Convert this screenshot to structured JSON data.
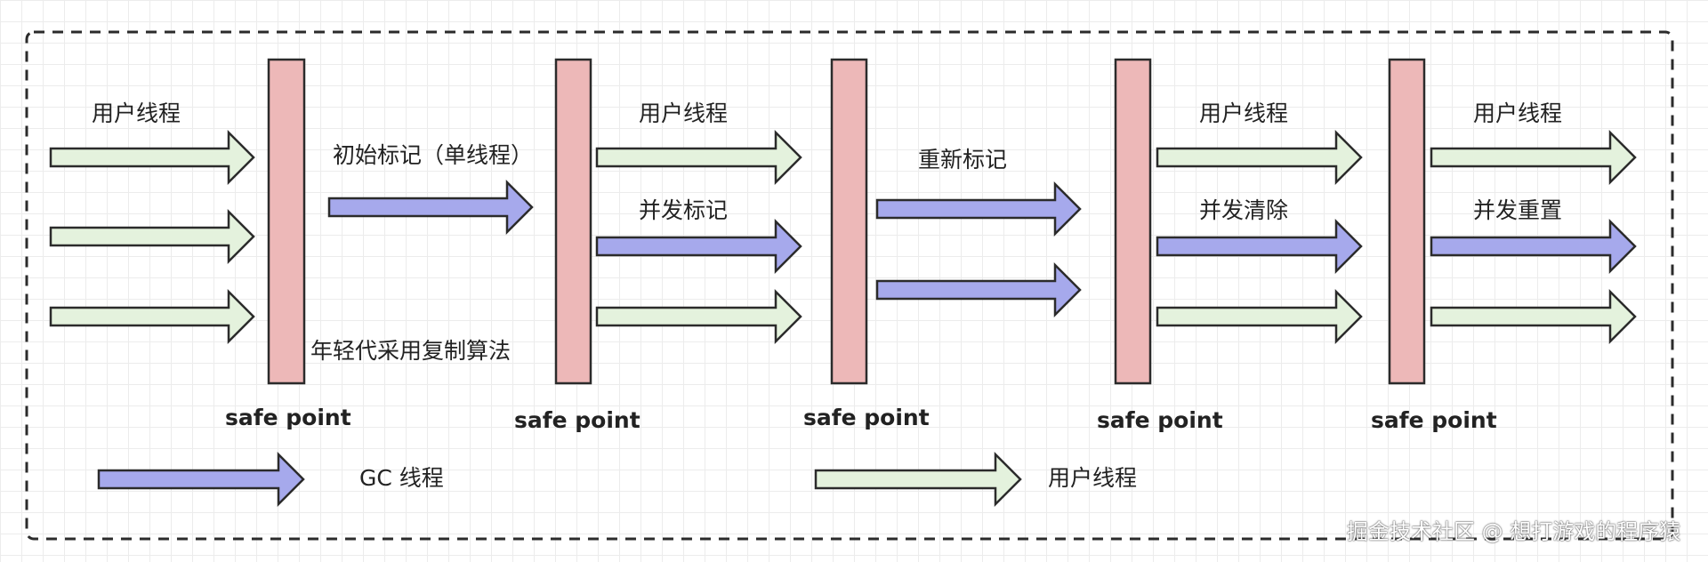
{
  "colors": {
    "user_arrow": "#e4f2dd",
    "gc_arrow": "#a6a9ec",
    "safepoint": "#edb8b8",
    "stroke": "#2b2b2b",
    "frame": "#2b2b2b"
  },
  "stages": {
    "s1": {
      "user_label": "用户线程",
      "note": "年轻代采用复制算法"
    },
    "s2": {
      "gc_label": "初始标记（单线程）"
    },
    "s3": {
      "user_label": "用户线程",
      "gc_label": "并发标记"
    },
    "s4": {
      "gc_label": "重新标记"
    },
    "s5": {
      "user_label": "用户线程",
      "gc_label": "并发清除"
    },
    "s6": {
      "user_label": "用户线程",
      "gc_label": "并发重置"
    }
  },
  "safe_points": [
    "safe point",
    "safe point",
    "safe point",
    "safe point",
    "safe point"
  ],
  "legend": {
    "gc": "GC 线程",
    "user": "用户线程"
  },
  "watermark": "掘金技术社区 @ 想打游戏的程序猿"
}
